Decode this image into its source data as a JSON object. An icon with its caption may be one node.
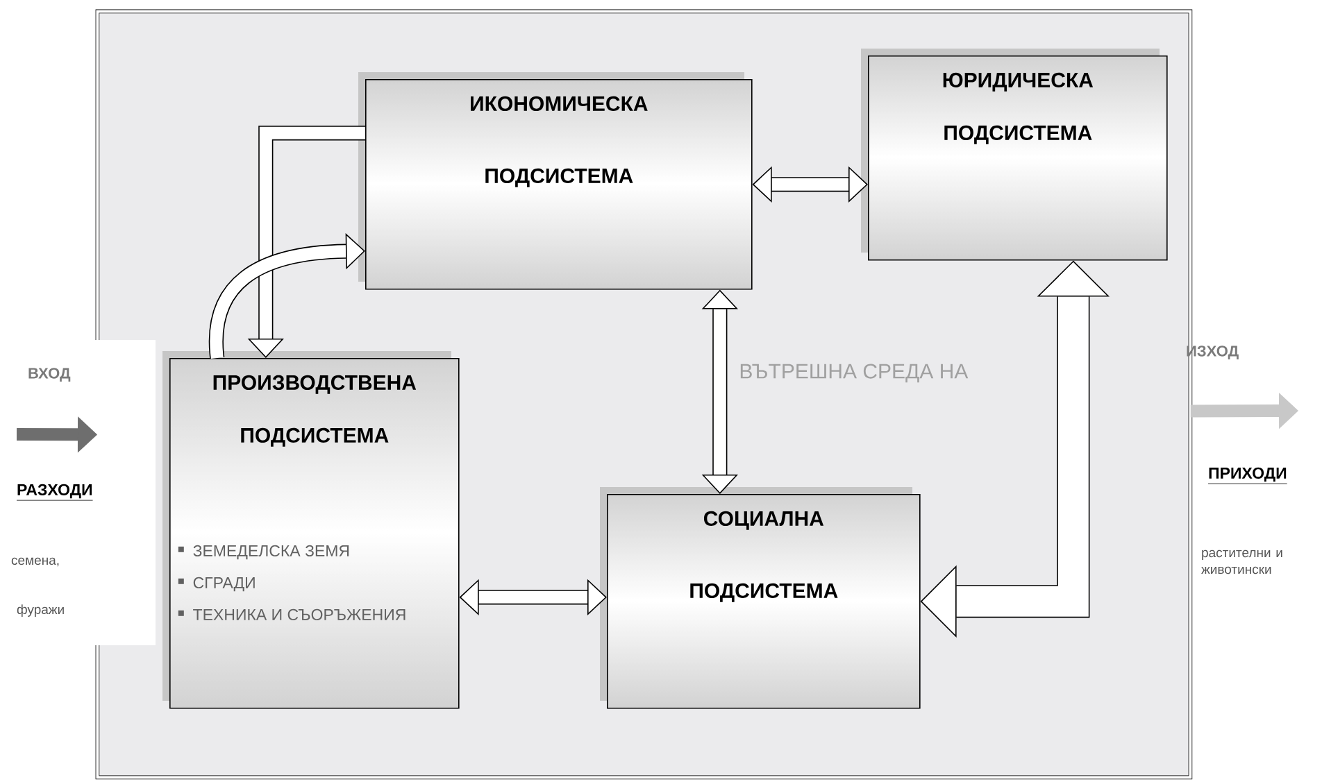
{
  "diagram": {
    "nodes": [
      {
        "text": [
          "ВЪТРЕШНА СРЕДА НА"
        ]
      },
      {
        "text": [
          "ИКОНОМИЧЕСКА ПОДСИСТЕМА"
        ],
        "in": 0
      },
      {
        "text": [
          "ЮРИДИЧЕСКА ПОДСИСТЕМА"
        ],
        "in": 0
      },
      {
        "text": [
          "ПРОИЗВОДСТВЕНА ПОДСИСТЕМА",
          "ЗЕМЕДЕЛСКА ЗЕМЯ",
          "СГРАДИ",
          "ТЕХНИКА И СЪОРЪЖЕНИЯ"
        ],
        "in": 0
      },
      {
        "text": [
          "СОЦИАЛНА ПОДСИСТЕМА"
        ],
        "in": 0
      }
    ],
    "edges": [
      {
        "from": 1,
        "to": 3,
        "arrow": "to"
      },
      {
        "from": 3,
        "to": 1,
        "arrow": "to"
      },
      {
        "from": 1,
        "to": 2,
        "arrow": "both"
      },
      {
        "from": 1,
        "to": 4,
        "arrow": "both"
      },
      {
        "from": 3,
        "to": 4,
        "arrow": "both"
      },
      {
        "from": 4,
        "to": 2,
        "arrow": "both",
        "style": "thick"
      },
      {
        "from": null,
        "to": 0,
        "arrow": "to",
        "color": "#6e6e6e"
      },
      {
        "from": 0,
        "to": null,
        "arrow": "to",
        "color": "#c8c8c8"
      }
    ],
    "labels": [
      "ВХОД",
      "РАЗХОДИ",
      "семена,",
      "фуражи",
      "ИЗХОД",
      "ПРИХОДИ",
      "растителни и животински"
    ]
  }
}
